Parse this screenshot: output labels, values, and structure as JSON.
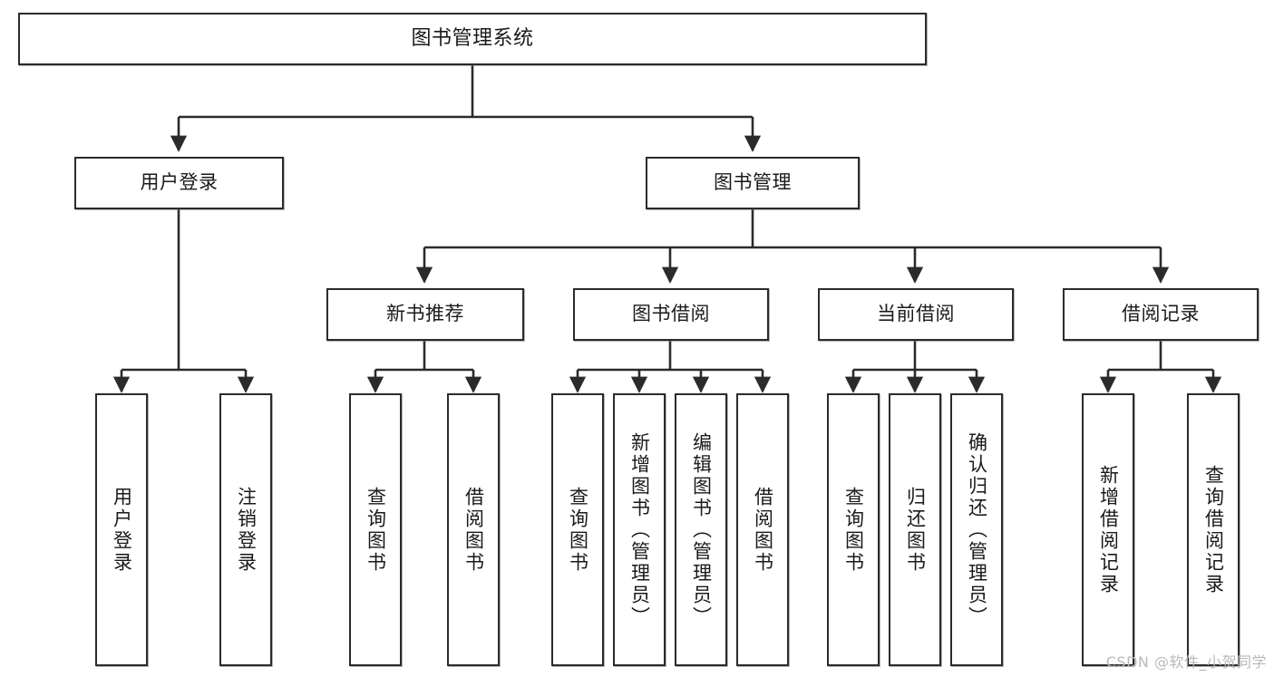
{
  "diagram": {
    "title": "图书管理系统",
    "type": "tree-hierarchy",
    "watermark": "CSDN @软件_小贺同学",
    "colors": {
      "stroke": "#2b2b2b",
      "fill": "#ffffff",
      "text": "#1a1a1a",
      "watermark": "#b9b9b9"
    },
    "nodes": {
      "root": {
        "label": "图书管理系统"
      },
      "level2": [
        {
          "id": "user-login",
          "label": "用户登录"
        },
        {
          "id": "book-manage",
          "label": "图书管理"
        }
      ],
      "level3": [
        {
          "id": "new-book-rec",
          "label": "新书推荐"
        },
        {
          "id": "book-borrow",
          "label": "图书借阅"
        },
        {
          "id": "current-borrow",
          "label": "当前借阅"
        },
        {
          "id": "borrow-record",
          "label": "借阅记录"
        }
      ],
      "leaves": [
        {
          "id": "leaf-user-login",
          "label": "用户登录",
          "parent": "user-login"
        },
        {
          "id": "leaf-logout",
          "label": "注销登录",
          "parent": "user-login"
        },
        {
          "id": "leaf-query-book-1",
          "label": "查询图书",
          "parent": "new-book-rec"
        },
        {
          "id": "leaf-borrow-book-1",
          "label": "借阅图书",
          "parent": "new-book-rec"
        },
        {
          "id": "leaf-query-book-2",
          "label": "查询图书",
          "parent": "book-borrow"
        },
        {
          "id": "leaf-add-book",
          "label": "新增图书（管理员）",
          "parent": "book-borrow"
        },
        {
          "id": "leaf-edit-book",
          "label": "编辑图书（管理员）",
          "parent": "book-borrow"
        },
        {
          "id": "leaf-borrow-book-2",
          "label": "借阅图书",
          "parent": "book-borrow"
        },
        {
          "id": "leaf-query-book-3",
          "label": "查询图书",
          "parent": "current-borrow"
        },
        {
          "id": "leaf-return-book",
          "label": "归还图书",
          "parent": "current-borrow"
        },
        {
          "id": "leaf-confirm-return",
          "label": "确认归还（管理员）",
          "parent": "current-borrow"
        },
        {
          "id": "leaf-add-record",
          "label": "新增借阅记录",
          "parent": "borrow-record"
        },
        {
          "id": "leaf-query-record",
          "label": "查询借阅记录",
          "parent": "borrow-record"
        }
      ]
    }
  }
}
